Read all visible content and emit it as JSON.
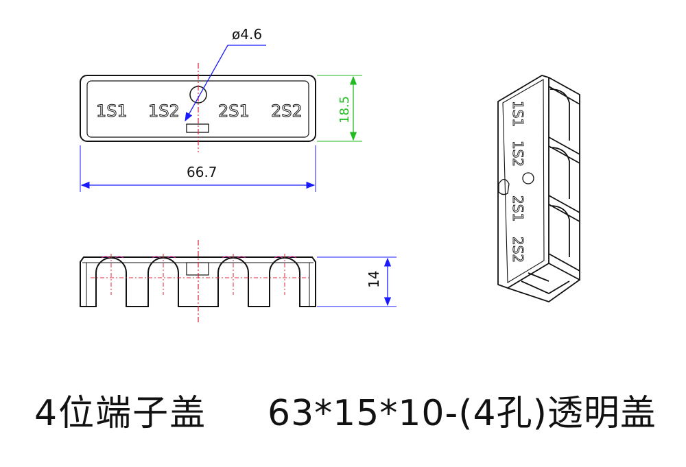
{
  "drawing": {
    "dimensions": {
      "hole_diameter": "ø4.6",
      "length": "66.7",
      "height_top_view": "18.5",
      "height_front_view": "14"
    },
    "terminal_labels": [
      "1S1",
      "1S2",
      "2S1",
      "2S2"
    ],
    "colors": {
      "outline": "#111111",
      "dimension_blue": "#1a1aff",
      "dimension_green": "#22bb22",
      "centerline_red": "#e0203a",
      "accent_magenta": "#d02090"
    }
  },
  "caption": {
    "product_name": "4位端子盖",
    "specification": "63*15*10-(4孔)透明盖"
  }
}
